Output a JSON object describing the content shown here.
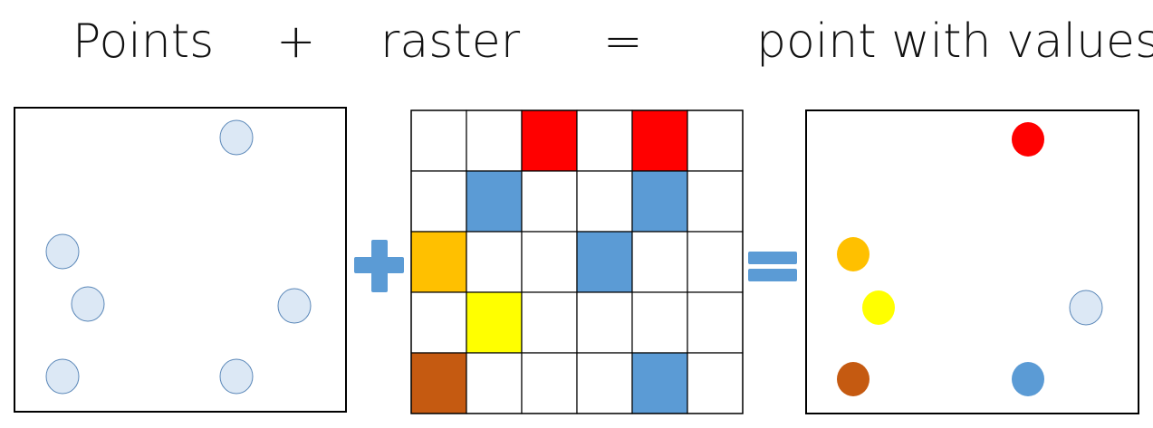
{
  "title": {
    "points": "Points",
    "plus": "+",
    "raster": "raster",
    "equals": "=",
    "result": "point with values"
  },
  "colors": {
    "point_fill": "#dce8f5",
    "point_stroke": "#5a87b8",
    "operator": "#5b9bd5",
    "red": "#ff0000",
    "blue": "#5b9bd5",
    "orange": "#ffc000",
    "yellow": "#ffff00",
    "brown": "#c55a11",
    "light": "#dce8f5",
    "grid_line": "#000000"
  },
  "raster": {
    "cols": 6,
    "rows": 5,
    "cells": [
      [
        "",
        "",
        "red",
        "",
        "red",
        ""
      ],
      [
        "",
        "blue",
        "",
        "",
        "blue",
        ""
      ],
      [
        "orange",
        "",
        "",
        "blue",
        "",
        ""
      ],
      [
        "",
        "yellow",
        "",
        "",
        "",
        ""
      ],
      [
        "brown",
        "",
        "",
        "",
        "blue",
        ""
      ]
    ]
  },
  "points": [
    {
      "id": "top-right",
      "color": "light"
    },
    {
      "id": "mid-left-upper",
      "color": "light"
    },
    {
      "id": "mid-left-lower",
      "color": "light"
    },
    {
      "id": "mid-right",
      "color": "light"
    },
    {
      "id": "bottom-left",
      "color": "light"
    },
    {
      "id": "bottom-right",
      "color": "light"
    }
  ],
  "result_points": [
    {
      "id": "top-right",
      "color": "red"
    },
    {
      "id": "mid-left-upper",
      "color": "orange"
    },
    {
      "id": "mid-left-lower",
      "color": "yellow"
    },
    {
      "id": "mid-right",
      "color": "light"
    },
    {
      "id": "bottom-left",
      "color": "brown"
    },
    {
      "id": "bottom-right",
      "color": "blue"
    }
  ]
}
